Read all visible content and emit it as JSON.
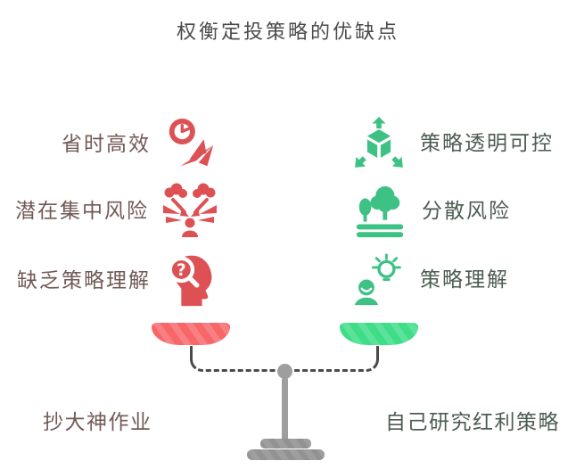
{
  "title": "权衡定投策略的优缺点",
  "left": {
    "items": [
      {
        "label": "省时高效",
        "icon": "clock-plane-icon"
      },
      {
        "label": "潜在集中风险",
        "icon": "converging-arrows-person-icon"
      },
      {
        "label": "缺乏策略理解",
        "icon": "head-magnifier-question-icon"
      }
    ],
    "footer": "抄大神作业"
  },
  "right": {
    "items": [
      {
        "label": "策略透明可控",
        "icon": "cube-spread-arrows-icon"
      },
      {
        "label": "分散风险",
        "icon": "trees-icon"
      },
      {
        "label": "策略理解",
        "icon": "person-lightbulb-icon"
      }
    ],
    "footer": "自己研究红利策略"
  },
  "colors": {
    "negative": "#dd5154",
    "negative_pan": "#f7676a",
    "positive": "#3ec184",
    "positive_pan": "#3edd88",
    "left_text": "#715a55",
    "right_text": "#4d5c53",
    "title_text": "#4b4b4b",
    "stand_gray": "#9e9e9e",
    "beam": "#4a4a4a"
  }
}
